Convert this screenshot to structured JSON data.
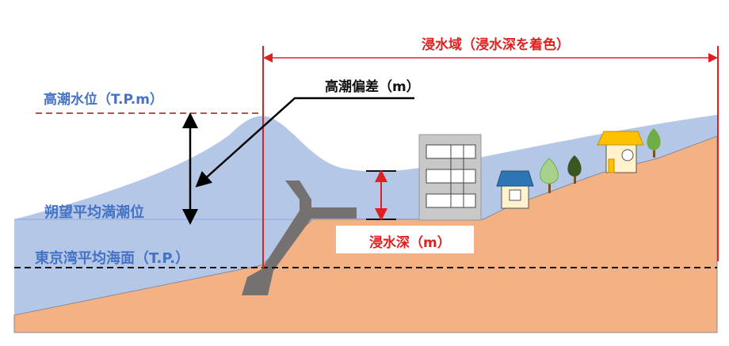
{
  "labels": {
    "inundation_area": "浸水域（浸水深を着色）",
    "storm_surge_deviation": "高潮偏差（m）",
    "storm_tide_level": "高潮水位（T.P.m）",
    "mean_high_water_spring": "朔望平均満潮位",
    "tokyo_bay_mean_sea_level": "東京湾平均海面（T.P.）",
    "inundation_depth": "浸水深（m）"
  },
  "colors": {
    "water": "#b4c7e7",
    "ground": "#f4b183",
    "seawall": "#767171",
    "accent_red": "#e02020",
    "label_blue": "#4472c4"
  }
}
